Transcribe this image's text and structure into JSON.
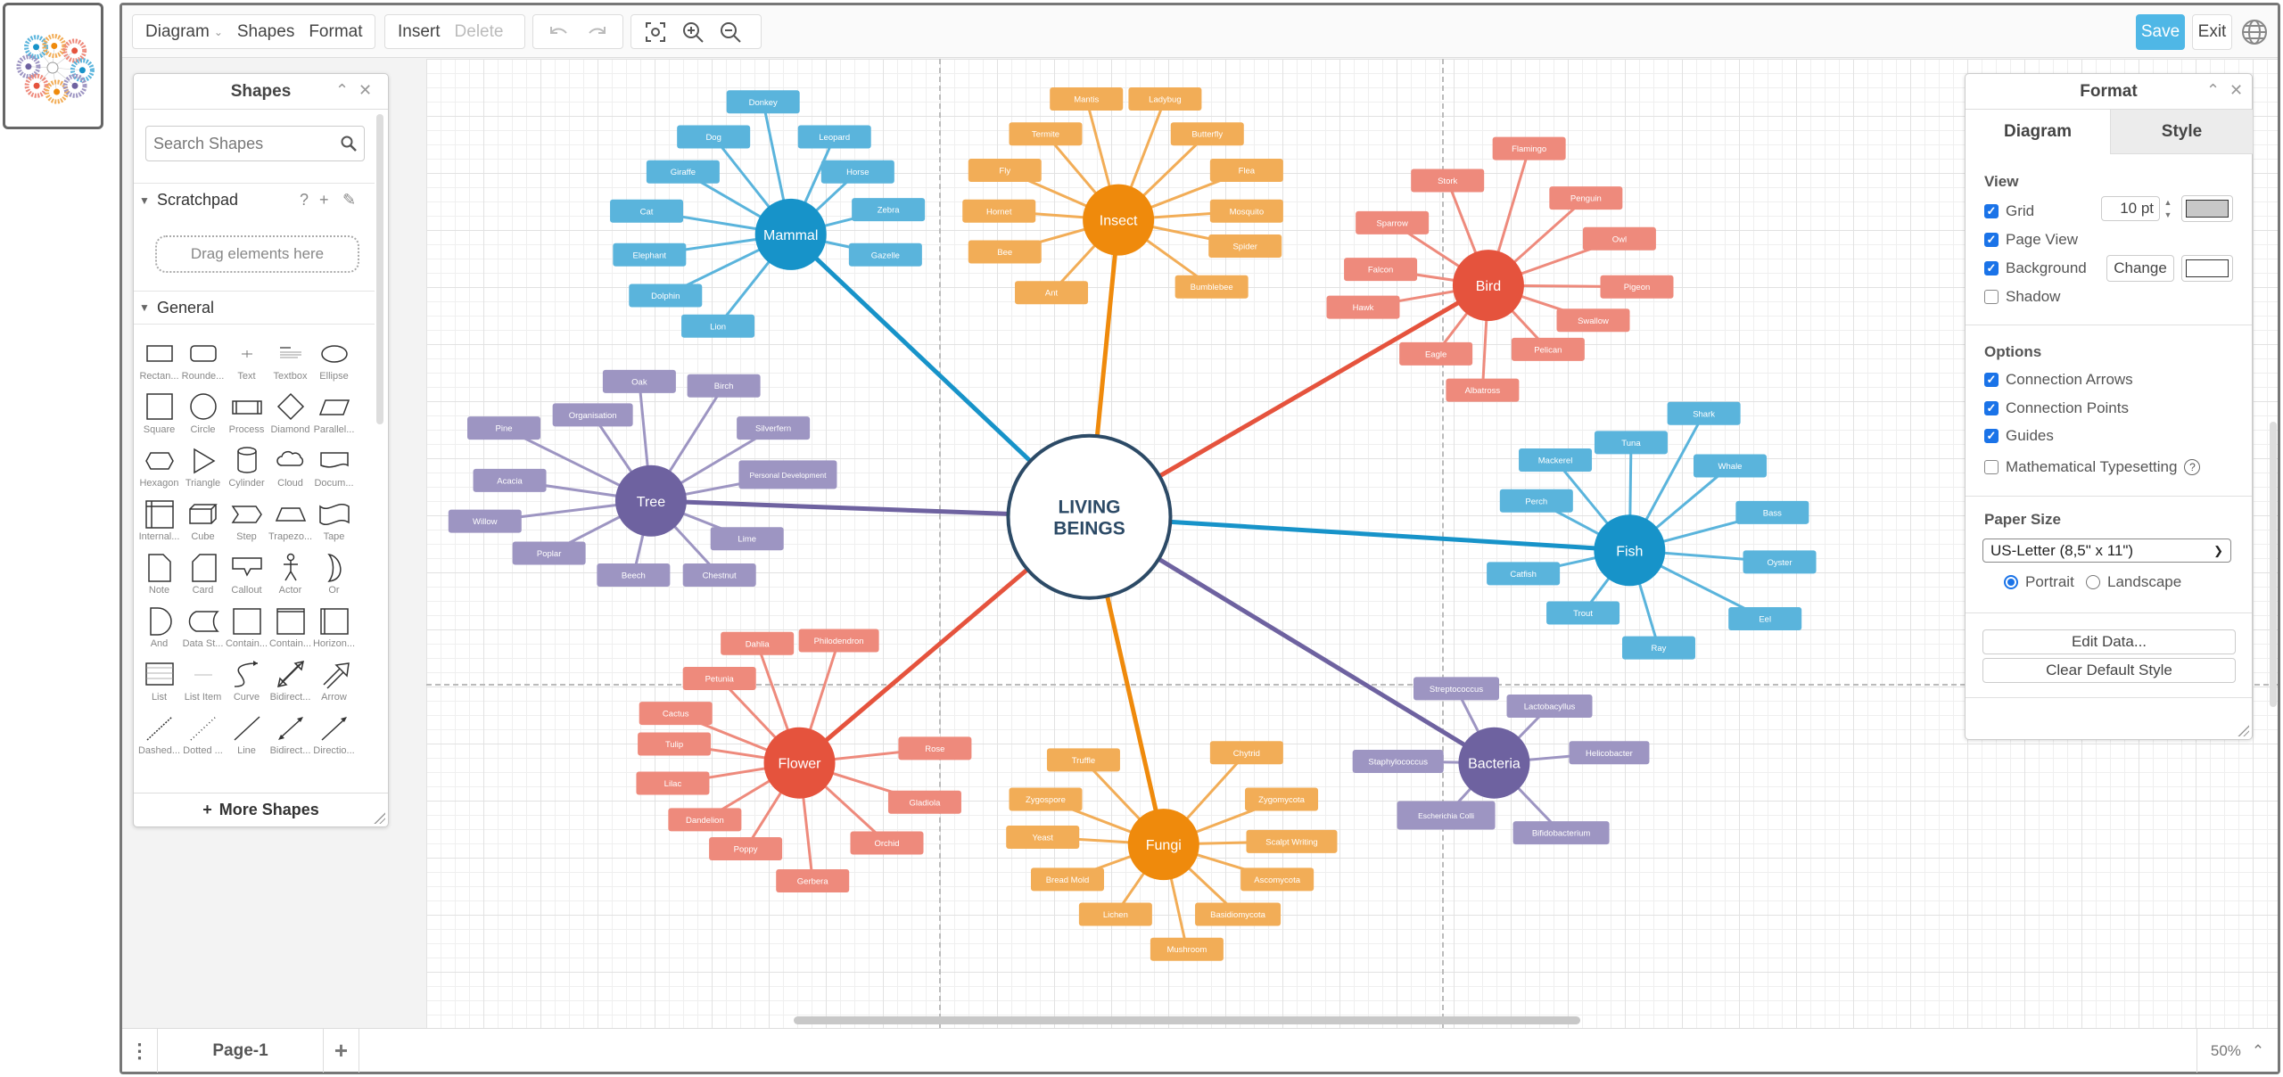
{
  "toolbar": {
    "diagram": "Diagram",
    "shapes": "Shapes",
    "format": "Format",
    "insert": "Insert",
    "delete": "Delete",
    "save": "Save",
    "exit": "Exit"
  },
  "shapes_panel": {
    "title": "Shapes",
    "search_placeholder": "Search Shapes",
    "scratchpad": "Scratchpad",
    "scratchpad_help": "?",
    "scratchpad_add": "+",
    "drag_hint": "Drag elements here",
    "general": "General",
    "more_shapes": "More Shapes",
    "items": [
      "Rectan...",
      "Rounde...",
      "Text",
      "Textbox",
      "Ellipse",
      "Square",
      "Circle",
      "Process",
      "Diamond",
      "Parallel...",
      "Hexagon",
      "Triangle",
      "Cylinder",
      "Cloud",
      "Docum...",
      "Internal...",
      "Cube",
      "Step",
      "Trapezo...",
      "Tape",
      "Note",
      "Card",
      "Callout",
      "Actor",
      "Or",
      "And",
      "Data St...",
      "Contain...",
      "Contain...",
      "Horizon...",
      "List",
      "List Item",
      "Curve",
      "Bidirect...",
      "Arrow",
      "Dashed...",
      "Dotted ...",
      "Line",
      "Bidirect...",
      "Directio..."
    ]
  },
  "format_panel": {
    "title": "Format",
    "tabs": [
      "Diagram",
      "Style"
    ],
    "active_tab": "Diagram",
    "view": {
      "heading": "View",
      "grid": {
        "label": "Grid",
        "checked": true,
        "size": "10 pt",
        "color": "#c8c8c8"
      },
      "page_view": {
        "label": "Page View",
        "checked": true
      },
      "background": {
        "label": "Background",
        "checked": true,
        "change": "Change",
        "color": "#ffffff"
      },
      "shadow": {
        "label": "Shadow",
        "checked": false
      }
    },
    "options": {
      "heading": "Options",
      "connection_arrows": {
        "label": "Connection Arrows",
        "checked": true
      },
      "connection_points": {
        "label": "Connection Points",
        "checked": true
      },
      "guides": {
        "label": "Guides",
        "checked": true
      },
      "math": {
        "label": "Mathematical Typesetting",
        "checked": false
      }
    },
    "paper": {
      "heading": "Paper Size",
      "selected": "US-Letter (8,5\" x 11\")",
      "portrait": "Portrait",
      "landscape": "Landscape",
      "orientation": "Portrait"
    },
    "edit_data": "Edit Data...",
    "clear_style": "Clear Default Style"
  },
  "bottom": {
    "page_tab": "Page-1",
    "zoom": "50%"
  },
  "diagram": {
    "center": [
      "LIVING",
      "BEINGS"
    ],
    "groups": [
      {
        "label": "Mammal",
        "color": "#1793c9",
        "leaf_color": "#5ab4dc",
        "leaves": [
          "Donkey",
          "Dog",
          "Leopard",
          "Giraffe",
          "Horse",
          "Cat",
          "Zebra",
          "Elephant",
          "Gazelle",
          "Dolphin",
          "Lion"
        ]
      },
      {
        "label": "Insect",
        "color": "#ef8a0c",
        "leaf_color": "#f2ad57",
        "leaves": [
          "Mantis",
          "Ladybug",
          "Termite",
          "Butterfly",
          "Fly",
          "Flea",
          "Hornet",
          "Mosquito",
          "Bee",
          "Spider",
          "Ant",
          "Bumblebee"
        ]
      },
      {
        "label": "Bird",
        "color": "#e5533d",
        "leaf_color": "#ee8a7c",
        "leaves": [
          "Flamingo",
          "Stork",
          "Penguin",
          "Sparrow",
          "Owl",
          "Falcon",
          "Pigeon",
          "Hawk",
          "Swallow",
          "Eagle",
          "Pelican",
          "Albatross"
        ]
      },
      {
        "label": "Fish",
        "color": "#1793c9",
        "leaf_color": "#5ab4dc",
        "leaves": [
          "Shark",
          "Tuna",
          "Mackerel",
          "Whale",
          "Perch",
          "Bass",
          "Catfish",
          "Oyster",
          "Trout",
          "Eel",
          "Ray"
        ]
      },
      {
        "label": "Tree",
        "color": "#6e62a0",
        "leaf_color": "#9d95c2",
        "leaves": [
          "Oak",
          "Birch",
          "Organisation",
          "Pine",
          "Silverfern",
          "Personal Development",
          "Acacia",
          "Willow",
          "Lime",
          "Poplar",
          "Beech",
          "Chestnut"
        ]
      },
      {
        "label": "Flower",
        "color": "#e5533d",
        "leaf_color": "#ee8a7c",
        "leaves": [
          "Dahlia",
          "Philodendron",
          "Petunia",
          "Cactus",
          "Tulip",
          "Rose",
          "Lilac",
          "Gladiola",
          "Dandelion",
          "Orchid",
          "Poppy",
          "Gerbera"
        ]
      },
      {
        "label": "Fungi",
        "color": "#ef8a0c",
        "leaf_color": "#f2ad57",
        "leaves": [
          "Truffle",
          "Chytrid",
          "Zygospore",
          "Zygomycota",
          "Yeast",
          "Scalpt Writing",
          "Bread Mold",
          "Ascomycota",
          "Lichen",
          "Basidiomycota",
          "Mushroom"
        ]
      },
      {
        "label": "Bacteria",
        "color": "#6e62a0",
        "leaf_color": "#9d95c2",
        "leaves": [
          "Streptococcus",
          "Lactobacyllus",
          "Staphylococcus",
          "Helicobacter",
          "Escherichia Colli",
          "Bifidobacterium"
        ]
      }
    ]
  }
}
